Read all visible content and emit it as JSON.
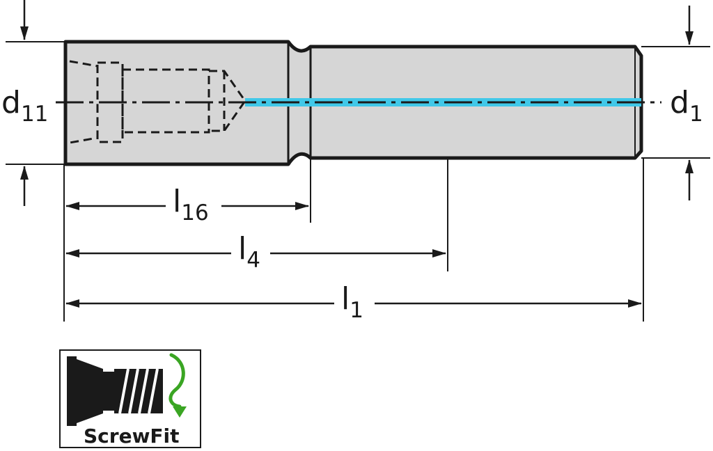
{
  "dimensions": {
    "d11": {
      "main": "d",
      "sub": "11"
    },
    "d1": {
      "main": "d",
      "sub": "1"
    },
    "l16": {
      "main": "l",
      "sub": "16"
    },
    "l4": {
      "main": "l",
      "sub": "4"
    },
    "l1": {
      "main": "l",
      "sub": "1"
    }
  },
  "logo": {
    "label": "ScrewFit",
    "icon": "screw-thread-icon",
    "arrow_icon": "rotate-arrow-icon"
  },
  "colors": {
    "body_fill": "#d6d6d6",
    "outline": "#1a1a1a",
    "axis_highlight": "#41c8e8",
    "arrow_green": "#3aa523"
  }
}
